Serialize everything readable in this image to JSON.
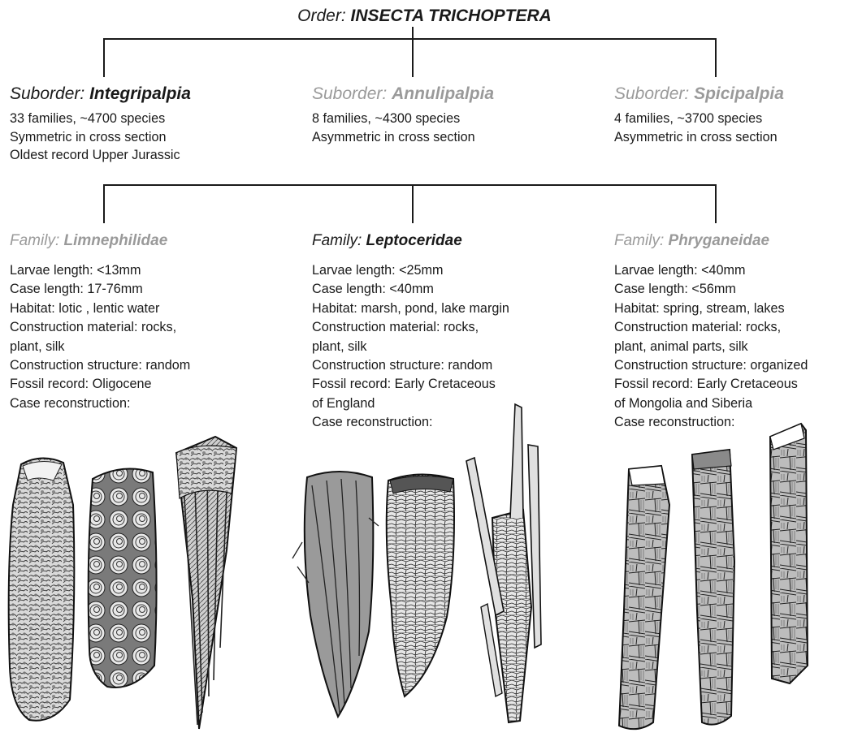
{
  "order": {
    "prefix": "Order:",
    "name": "INSECTA TRICHOPTERA"
  },
  "suborders": [
    {
      "prefix": "Suborder:",
      "name": "Integripalpia",
      "lines": [
        "33 families, ~4700 species",
        "Symmetric in cross section",
        "Oldest record Upper Jurassic"
      ]
    },
    {
      "prefix": "Suborder:",
      "name": "Annulipalpia",
      "lines": [
        "8 families, ~4300 species",
        "Asymmetric in cross section"
      ]
    },
    {
      "prefix": "Suborder:",
      "name": "Spicipalpia",
      "lines": [
        "4 families, ~3700 species",
        "Asymmetric in cross section"
      ]
    }
  ],
  "families": [
    {
      "prefix": "Family:",
      "name": "Limnephilidae",
      "lines": [
        "Larvae length: <13mm",
        "Case length: 17-76mm",
        "Habitat: lotic , lentic water",
        "Construction material: rocks,",
        "plant, silk",
        "Construction structure: random",
        "Fossil record: Oligocene",
        "Case reconstruction:"
      ]
    },
    {
      "prefix": "Family:",
      "name": "Leptoceridae",
      "lines": [
        "Larvae length: <25mm",
        "Case length: <40mm",
        "Habitat: marsh, pond, lake margin",
        "Construction material: rocks,",
        "plant, silk",
        "Construction structure: random",
        "Fossil record: Early Cretaceous",
        "of England",
        "Case reconstruction:"
      ]
    },
    {
      "prefix": "Family:",
      "name": "Phryganeidae",
      "lines": [
        "Larvae length: <40mm",
        "Case length: <56mm",
        "Habitat: spring, stream, lakes",
        "Construction material: rocks,",
        "plant, animal parts, silk",
        "Construction structure: organized",
        "Fossil record: Early Cretaceous",
        "of Mongolia and Siberia",
        "Case reconstruction:"
      ]
    }
  ],
  "colors": {
    "text": "#1a1a1a",
    "muted": "#9a9a9a",
    "line": "#1a1a1a"
  }
}
